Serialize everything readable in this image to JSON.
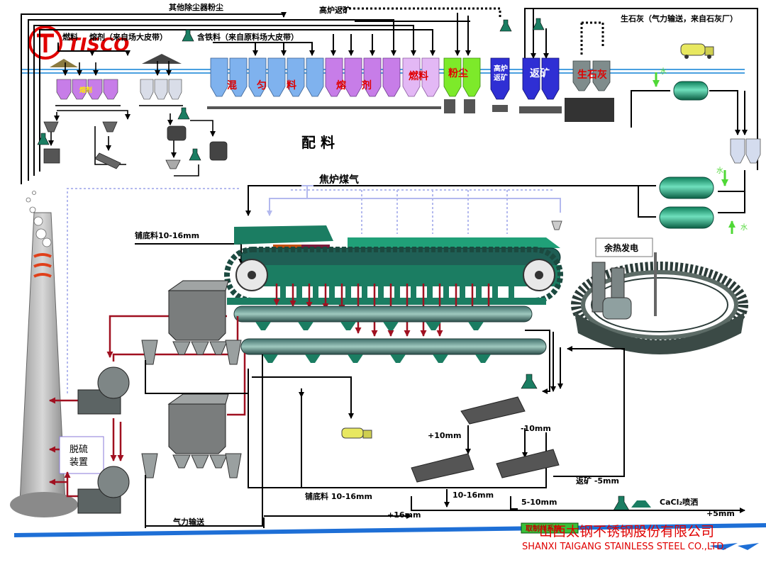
{
  "labels": {
    "other_dust": "其他除尘器粉尘",
    "bf_return_top": "高炉返矿",
    "quicklime": "生石灰（气力输送，来自石灰厂）",
    "fuel": "燃料",
    "flux": "熔剂（来自场大皮带）",
    "iron_material": "含铁料（来自原料场大皮带）",
    "flux_small": "熔剂",
    "batching": "配    料",
    "coke_oven_gas": "焦炉煤气",
    "hearth_layer_top": "铺底料10-16mm",
    "waste_heat": "余热发电",
    "desulfurization_l1": "脱硫",
    "desulfurization_l2": "装置",
    "plus10": "+10mm",
    "minus10": "-10mm",
    "return_minus5": "返矿 -5mm",
    "range_10_16": "10-16mm",
    "range_5_10": "5-10mm",
    "hearth_layer_bottom": "铺底料 10-16mm",
    "plus16": "+16mm",
    "plus5": "+5mm",
    "pneumatic": "气力输送",
    "cacl2": "CaCl₂喷洒",
    "sampling": "取制样系统",
    "water1": "水",
    "water2": "水",
    "water3": "水"
  },
  "silo_labels": {
    "mixed_material": "混匀料",
    "flux": "熔剂",
    "fuel": "燃料",
    "dust": "粉尘",
    "bf_return_l1": "高炉",
    "bf_return_l2": "返矿",
    "return_ore": "返矿",
    "quicklime": "生石灰"
  },
  "logo": {
    "text": "TISCO"
  },
  "company": {
    "name_cn": "山西太钢不锈钢股份有限公司",
    "name_en": "SHANXI TAIGANG STAINLESS STEEL CO.,LTD."
  },
  "colors": {
    "silo_blue": "#7fb2ee",
    "silo_purple": "#c77de8",
    "silo_lilac": "#e3b8f5",
    "silo_green": "#7dea2a",
    "silo_navy": "#2f2fd4",
    "silo_gray": "#7f8c8c",
    "machine_green": "#1b7d62",
    "flow_red": "#a01020",
    "gas_lilac": "#b3b9ee",
    "water_green": "#4fd836",
    "brand_red": "#e00000"
  }
}
